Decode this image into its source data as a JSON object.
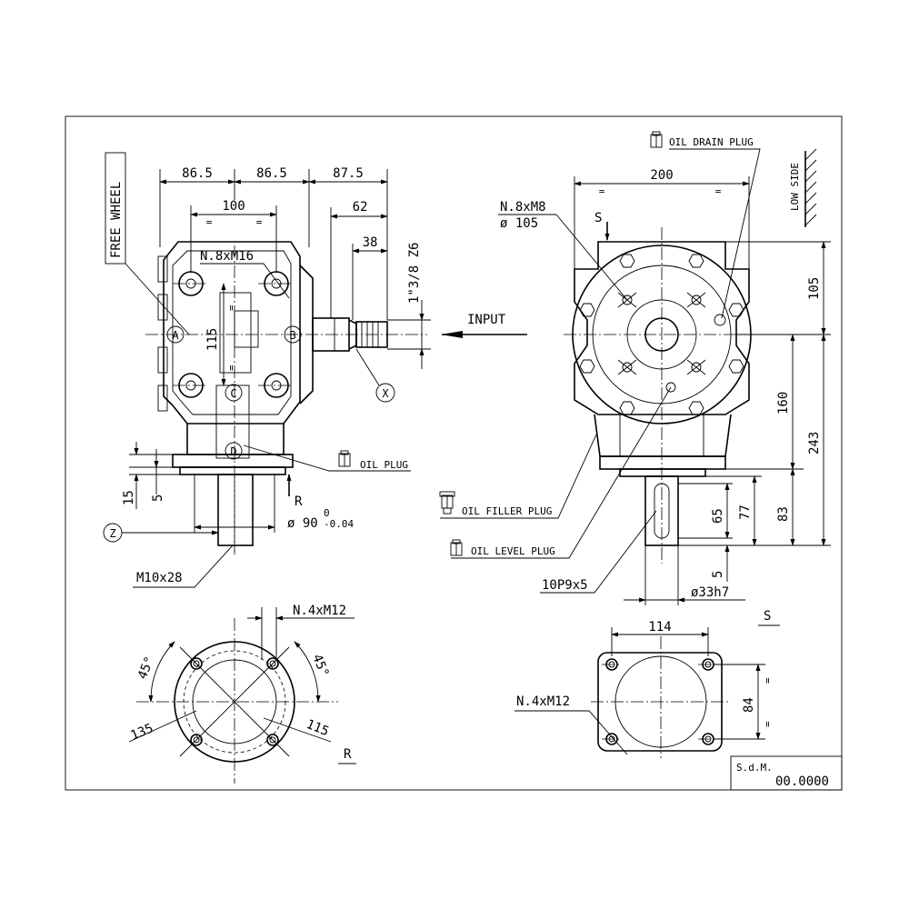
{
  "title_block": {
    "label": "S.d.M.",
    "code": "00.0000"
  },
  "side_view": {
    "free_wheel": "FREE WHEEL",
    "dim_86_5_a": "86.5",
    "dim_86_5_b": "86.5",
    "dim_87_5": "87.5",
    "dim_100": "100",
    "dim_62": "62",
    "dim_38": "38",
    "spline": "1\"3/8 Z6",
    "holes": "N.8xM16",
    "dim_115": "115",
    "point_a": "A",
    "point_b": "B",
    "point_c": "C",
    "point_d": "D",
    "point_x": "X",
    "point_z": "Z",
    "input": "INPUT",
    "oil_plug": "OIL PLUG",
    "dim_15": "15",
    "dim_5": "5",
    "view_r": "R",
    "diameter": "ø 90",
    "tol_upper": "0",
    "tol_lower": "-0.04",
    "thread": "M10x28",
    "equal": "="
  },
  "front_view": {
    "oil_drain_plug": "OIL DRAIN PLUG",
    "low_side": "LOW SIDE",
    "dim_200": "200",
    "holes": "N.8xM8",
    "dia_105": "ø 105",
    "view_s": "S",
    "dim_105": "105",
    "dim_160": "160",
    "dim_243": "243",
    "dim_65": "65",
    "dim_77": "77",
    "dim_83": "83",
    "dim_5": "5",
    "oil_filler_plug": "OIL FILLER PLUG",
    "oil_level_plug": "OIL LEVEL PLUG",
    "key": "10P9x5",
    "shaft_dia": "ø33h7",
    "equal": "="
  },
  "view_r": {
    "holes": "N.4xM12",
    "angle_left": "45°",
    "angle_right": "45°",
    "dim_135": "135",
    "dim_115": "115",
    "label": "R"
  },
  "view_s": {
    "dim_114": "114",
    "dim_84": "84",
    "holes": "N.4xM12",
    "label": "S",
    "equal": "="
  }
}
